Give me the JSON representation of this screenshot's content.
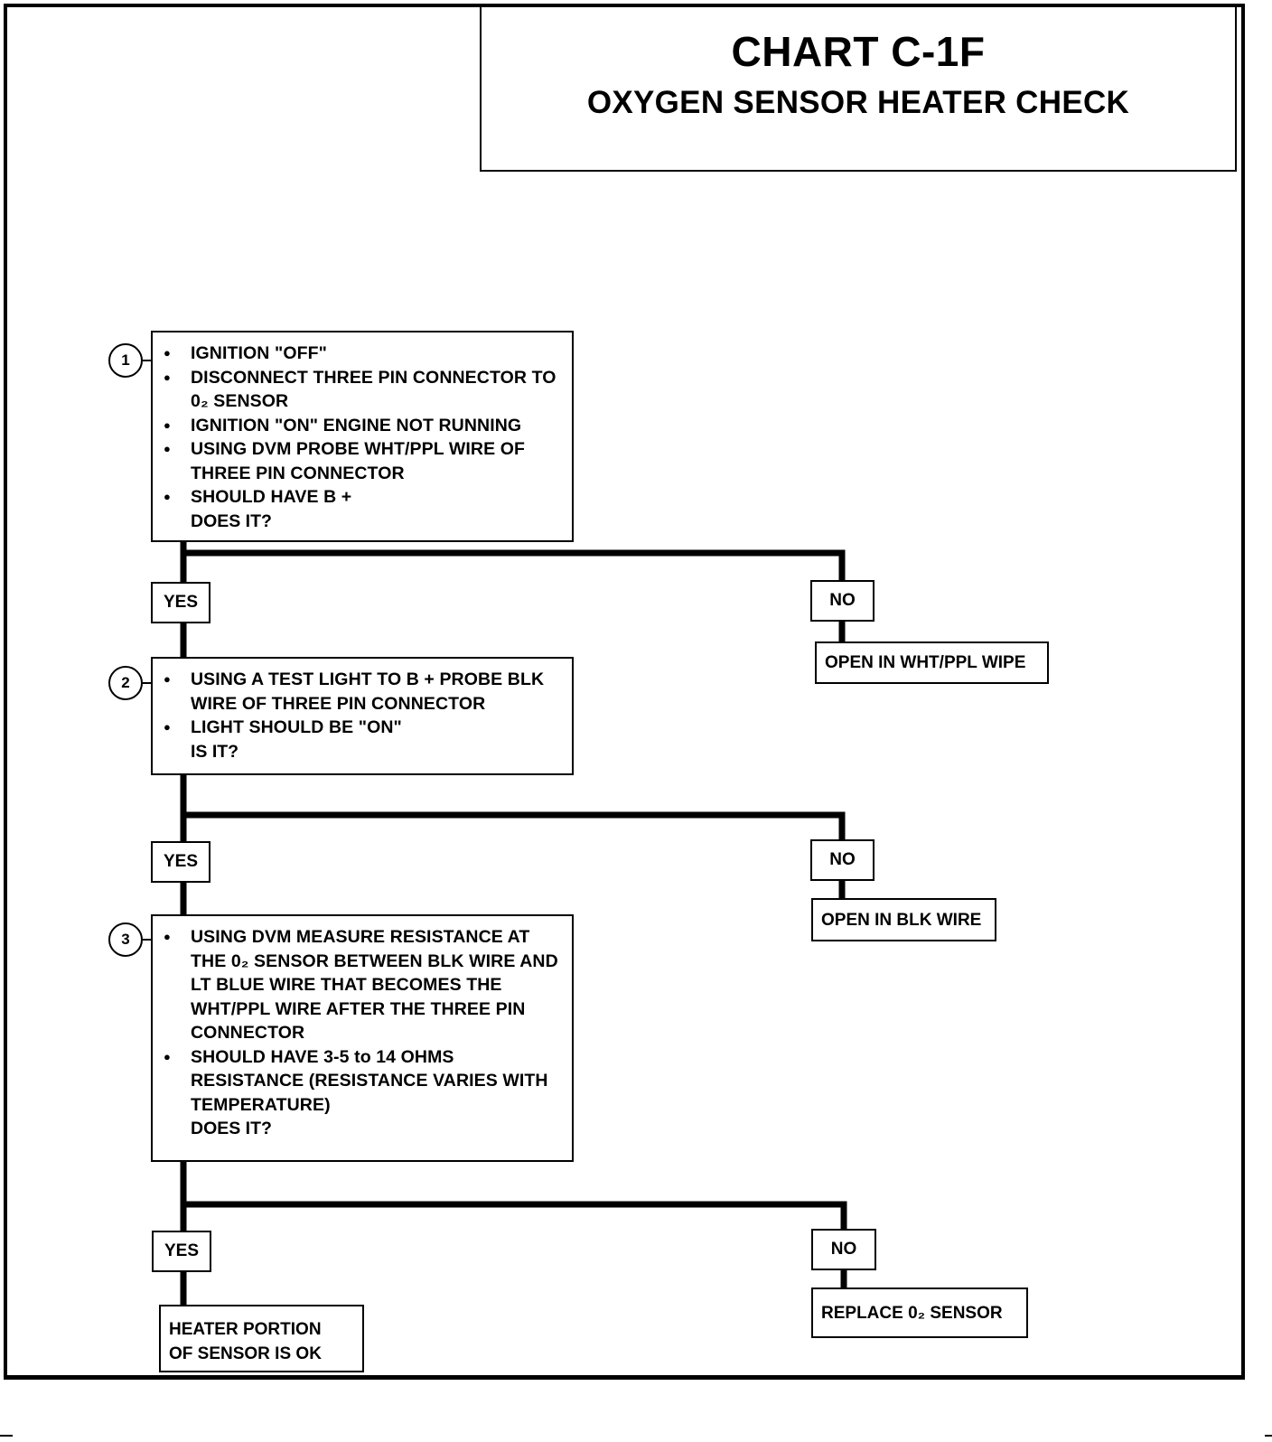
{
  "title": "CHART C-1F",
  "subtitle": "OXYGEN SENSOR HEATER CHECK",
  "steps": [
    {
      "number": "1",
      "bullets": [
        "IGNITION \"OFF\"",
        "DISCONNECT THREE PIN CONNECTOR TO",
        "0₂ SENSOR",
        "IGNITION \"ON\" ENGINE NOT RUNNING",
        "USING DVM PROBE WHT/PPL WIRE OF",
        "THREE PIN CONNECTOR",
        "SHOULD HAVE B +"
      ],
      "question": "DOES IT?",
      "yes_label": "YES",
      "no_label": "NO",
      "no_result": "OPEN IN WHT/PPL WIPE"
    },
    {
      "number": "2",
      "bullets": [
        "USING A TEST LIGHT TO B + PROBE BLK",
        "WIRE OF THREE PIN CONNECTOR",
        "LIGHT SHOULD BE \"ON\""
      ],
      "question": "IS IT?",
      "yes_label": "YES",
      "no_label": "NO",
      "no_result": "OPEN IN BLK WIRE"
    },
    {
      "number": "3",
      "bullets": [
        "USING DVM MEASURE RESISTANCE AT",
        "THE 0₂ SENSOR BETWEEN BLK WIRE AND",
        "LT BLUE WIRE THAT BECOMES THE",
        "WHT/PPL WIRE AFTER THE THREE PIN",
        "CONNECTOR",
        "SHOULD HAVE 3-5 to 14 OHMS",
        "RESISTANCE (RESISTANCE VARIES WITH",
        "TEMPERATURE)"
      ],
      "question": "DOES IT?",
      "yes_label": "YES",
      "no_label": "NO",
      "no_result": "REPLACE 0₂ SENSOR",
      "yes_result_line1": "HEATER PORTION",
      "yes_result_line2": "OF SENSOR IS OK"
    }
  ]
}
